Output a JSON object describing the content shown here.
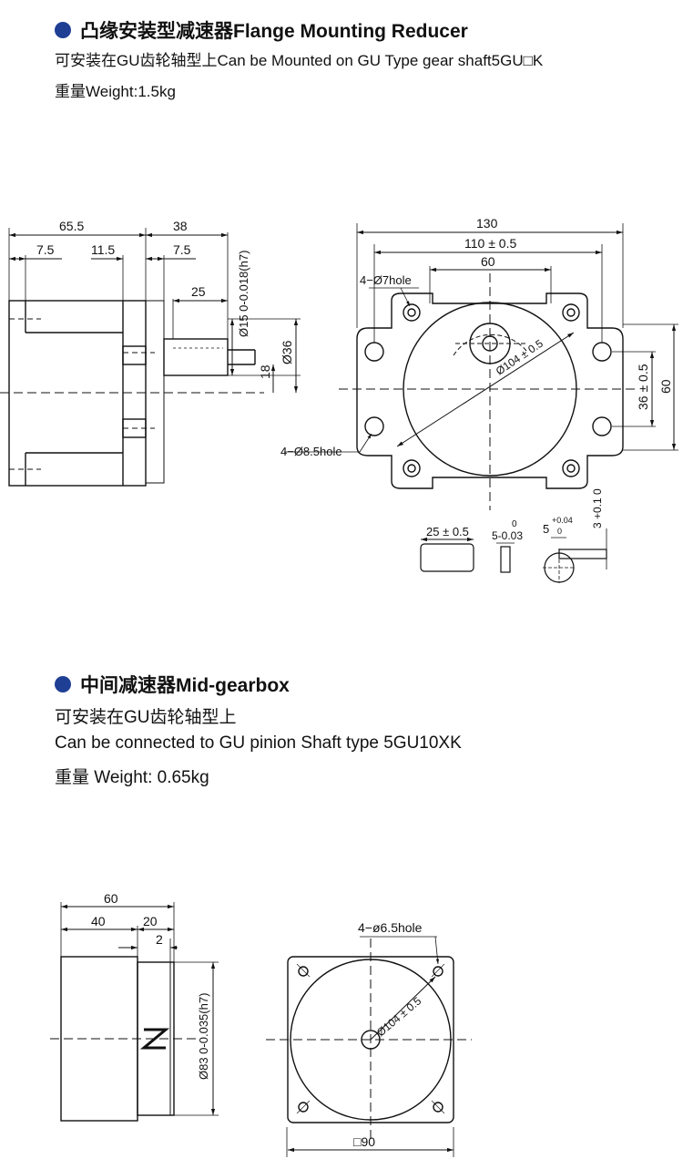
{
  "flange": {
    "title": "凸缘安装型减速器Flange Mounting Reducer",
    "line1": "可安装在GU齿轮轴型上Can be Mounted on GU Type gear shaft5GU□K",
    "line2": "重量Weight:1.5kg",
    "side": {
      "d_65_5": "65.5",
      "d_38": "38",
      "d_7_5a": "7.5",
      "d_11_5": "11.5",
      "d_7_5b": "7.5",
      "d_25": "25",
      "d_shaft": "Ø15 0-0.018(h7)",
      "d_36": "Ø36",
      "d_18": "18"
    },
    "front": {
      "d_130": "130",
      "d_110": "110 ± 0.5",
      "d_60": "60",
      "hole7": "4−Ø7hole",
      "hole85": "4−Ø8.5hole",
      "pcd": "Ø104 ± 0.5",
      "d_36": "36 ± 0.5",
      "d_60v": "60"
    },
    "key": {
      "d_25": "25 ± 0.5",
      "d_5a": "5-0.03",
      "d_5a_top": "0",
      "d_5b": "5",
      "d_5b_sup": "+0.04",
      "d_5b_sub": "0",
      "d_3": "3 +0.1 0"
    }
  },
  "mid": {
    "title": "中间减速器Mid-gearbox",
    "line1": "可安装在GU齿轮轴型上",
    "line2": "Can be connected to GU pinion Shaft type 5GU10XK",
    "line3": "重量  Weight: 0.65kg",
    "side": {
      "d_60": "60",
      "d_40": "40",
      "d_20": "20",
      "d_2": "2",
      "d_83": "Ø83 0-0.035(h7)"
    },
    "front": {
      "hole": "4−ø6.5hole",
      "pcd": "Ø104 ± 0.5",
      "sq": "□90"
    }
  }
}
